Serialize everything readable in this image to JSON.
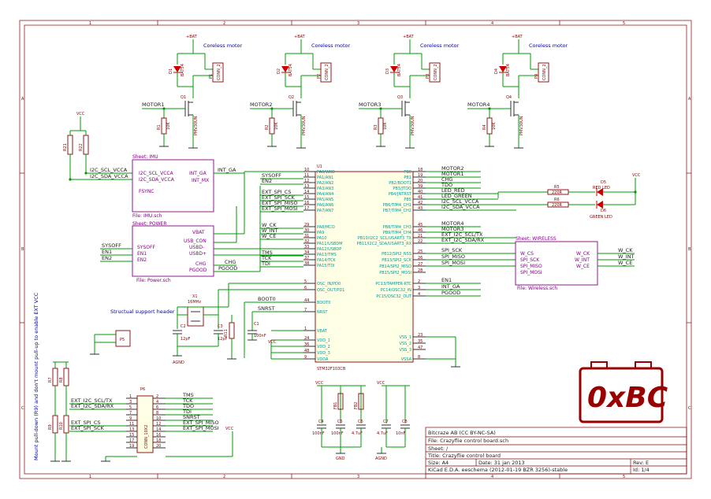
{
  "frame": {
    "columns": [
      "1",
      "2",
      "3",
      "4",
      "5"
    ],
    "rows": [
      "A",
      "B",
      "C"
    ]
  },
  "motors": [
    {
      "power": "+BAT",
      "motor_label": "Coreless motor",
      "diode": "D1",
      "diode_val": "BAT54",
      "conn": "P1",
      "conn_val": "CONN_2",
      "fet": "Q1",
      "fet_val": "PMV30UN",
      "res": "R1",
      "res_val": "10K",
      "net": "MOTOR1"
    },
    {
      "power": "+BAT",
      "motor_label": "Coreless motor",
      "diode": "D2",
      "diode_val": "BAT54",
      "conn": "P2",
      "conn_val": "CONN_2",
      "fet": "Q2",
      "fet_val": "PMV30UN",
      "res": "R2",
      "res_val": "10K",
      "net": "MOTOR2"
    },
    {
      "power": "+BAT",
      "motor_label": "Coreless motor",
      "diode": "D3",
      "diode_val": "BAT54",
      "conn": "P3",
      "conn_val": "CONN_2",
      "fet": "Q3",
      "fet_val": "PMV30UN",
      "res": "R3",
      "res_val": "10K",
      "net": "MOTOR3"
    },
    {
      "power": "+BAT",
      "motor_label": "Coreless motor",
      "diode": "D4",
      "diode_val": "BAT54",
      "conn": "P4",
      "conn_val": "CONN_2",
      "fet": "Q4",
      "fet_val": "PMV30UN",
      "res": "R4",
      "res_val": "10K",
      "net": "MOTOR4"
    }
  ],
  "pullups": {
    "power": "VCC",
    "r1": "R21",
    "r2": "R22",
    "val": "4K7"
  },
  "imu": {
    "title": "Sheet: IMU",
    "file": "File: IMU.sch",
    "pins_left": [
      "I2C_SCL_VCCA",
      "I2C_SDA_VCCA",
      "FSYNC"
    ],
    "pins_right": [
      "INT_GA",
      "INT_MX"
    ],
    "nets_left": [
      "I2C_SCL_VCCA",
      "I2C_SDA_VCCA"
    ],
    "net_right": "INT_GA"
  },
  "power": {
    "title": "Sheet: POWER",
    "file": "File: Power.sch",
    "pins_left": [
      "SYSOFF",
      "EN1",
      "EN2"
    ],
    "pins_right": [
      "VBAT",
      "USB_CON",
      "USBD-",
      "USBD+",
      "CHG",
      "PGOOD"
    ],
    "nets_left": [
      "SYSOFF",
      "EN1",
      "EN2"
    ],
    "nets_right": [
      "CHG",
      "PGOOD"
    ]
  },
  "mcu": {
    "ref": "U1",
    "part": "STM32F103CB",
    "left_nets": [
      "SYSOFF",
      "EN2",
      "EXT_SPI_CS",
      "EXT_SPI_SCK",
      "EXT_SPI_MISO",
      "EXT_SPI_MOSI",
      "W_CK",
      "W_INT",
      "W_CE",
      "TMS",
      "TCK",
      "TDI"
    ],
    "left_pins": [
      {
        "num": "10",
        "name": "PA0/WKO"
      },
      {
        "num": "11",
        "name": "PA1/AN1"
      },
      {
        "num": "12",
        "name": "PA2/AN2"
      },
      {
        "num": "13",
        "name": "PA3/AN3"
      },
      {
        "num": "14",
        "name": "PA4/AN4"
      },
      {
        "num": "15",
        "name": "PA5/AN5"
      },
      {
        "num": "16",
        "name": "PA6/AN6"
      },
      {
        "num": "17",
        "name": "PA7/AN7"
      },
      {
        "num": "29",
        "name": "PA8/MCO"
      },
      {
        "num": "30",
        "name": "PA9"
      },
      {
        "num": "31",
        "name": "PA10"
      },
      {
        "num": "32",
        "name": "PA11/USBDM"
      },
      {
        "num": "33",
        "name": "PA12/USBDP"
      },
      {
        "num": "34",
        "name": "PA13/TMS"
      },
      {
        "num": "37",
        "name": "PA14/TCK"
      },
      {
        "num": "38",
        "name": "PA15/TDI"
      },
      {
        "num": "5",
        "name": "OSC_IN/PD0"
      },
      {
        "num": "6",
        "name": "OSC_OUT/PD1"
      },
      {
        "num": "44",
        "name": "BOOT0"
      },
      {
        "num": "7",
        "name": "NRST"
      },
      {
        "num": "1",
        "name": "VBAT"
      },
      {
        "num": "24",
        "name": "VDD_1"
      },
      {
        "num": "36",
        "name": "VDD_2"
      },
      {
        "num": "48",
        "name": "VDD_3"
      },
      {
        "num": "9",
        "name": "VDDA"
      }
    ],
    "right_pins": [
      {
        "num": "18",
        "name": "PB0"
      },
      {
        "num": "19",
        "name": "PB1"
      },
      {
        "num": "20",
        "name": "PB2/BOOT1"
      },
      {
        "num": "39",
        "name": "PB3/JTDO"
      },
      {
        "num": "40",
        "name": "PB4/JNTRST"
      },
      {
        "num": "41",
        "name": "PB5"
      },
      {
        "num": "42",
        "name": "PB6/TIM4_CH1"
      },
      {
        "num": "43",
        "name": "PB7/TIM4_CH2"
      },
      {
        "num": "45",
        "name": "PB8/TIM4_CH3"
      },
      {
        "num": "46",
        "name": "PB9/TIM4_CH4"
      },
      {
        "num": "21",
        "name": "PB10/I2C2_SCL/USART3_TX"
      },
      {
        "num": "22",
        "name": "PB11/I2C2_SDA/USART3_RX"
      },
      {
        "num": "25",
        "name": "PB12/SPI2_NSS"
      },
      {
        "num": "26",
        "name": "PB13/SPI2_SCK"
      },
      {
        "num": "27",
        "name": "PB14/SPI2_MISO"
      },
      {
        "num": "28",
        "name": "PB15/SPI2_MOSI"
      },
      {
        "num": "2",
        "name": "PC13/TAMPER-RTC"
      },
      {
        "num": "3",
        "name": "PC14/OSC32_IN"
      },
      {
        "num": "4",
        "name": "PC15/OSC32_OUT"
      },
      {
        "num": "23",
        "name": "VSS_1"
      },
      {
        "num": "35",
        "name": "VSS_2"
      },
      {
        "num": "47",
        "name": "VSS_3"
      },
      {
        "num": "8",
        "name": "VSSA"
      }
    ],
    "right_nets": [
      "MOTOR2",
      "MOTOR1",
      "CHG",
      "TDO",
      "LED_RED",
      "LED_GREEN",
      "I2C_SCL_VCCA",
      "I2C_SDA_VCCA",
      "MOTOR4",
      "MOTOR3",
      "EXT_I2C_SCL/TX",
      "EXT_I2C_SDA/RX",
      "SPI_SCK",
      "SPI_MISO",
      "SPI_MOSI",
      "EN1",
      "INT_GA",
      "PGOOD"
    ],
    "left_extra_nets": [
      "BOOT0",
      "SNRST"
    ]
  },
  "leds": [
    {
      "res": "R5",
      "res_val": "220R",
      "led": "D5",
      "led_val": "RED LED",
      "color": "#cc0000"
    },
    {
      "res": "R6",
      "res_val": "220R",
      "led": "D6",
      "led_val": "GREEN LED",
      "color": "#cc0000"
    }
  ],
  "wireless": {
    "title": "Sheet: WIRELESS",
    "file": "File: Wireless.sch",
    "pins_left": [
      "W_CS",
      "SPI_SCK",
      "SPI_MISO",
      "SPI_MOSI"
    ],
    "pins_right": [
      "W_CK",
      "W_INT",
      "W_CE"
    ],
    "nets_right": [
      "W_CK",
      "W_INT",
      "W_CE"
    ]
  },
  "crystal": {
    "ref": "X1",
    "val": "16MHz",
    "c2": "C2",
    "c2v": "12pF",
    "c3": "C3",
    "c3v": "12pF",
    "r": "R11",
    "rv": "1M"
  },
  "boot": {
    "c1": "C1",
    "c1v": "100nF"
  },
  "struct": {
    "title": "Structual support header",
    "conn": "P5",
    "conn_val": "CONN_2"
  },
  "notes": {
    "left_note": "Mount pull-down (R9) and don't mount pull-up to enable EXT VCC"
  },
  "exp": {
    "conn": "P6",
    "conn_val": "CONN_10X2",
    "left_nets": [
      "EXT_I2C_SCL/TX",
      "EXT_I2C_SDA/RX",
      "EXT_SPI_CS",
      "EXT_SPI_SCK"
    ],
    "right_nets": [
      "TMS",
      "TCK",
      "TDO",
      "TDI",
      "SNRST",
      "EXT_SPI_MISO",
      "EXT_SPI_MOSI"
    ],
    "pins": [
      "1",
      "2",
      "3",
      "4",
      "5",
      "6",
      "7",
      "8",
      "9",
      "10",
      "11",
      "12",
      "13",
      "14",
      "15",
      "16",
      "17",
      "18",
      "19",
      "20"
    ],
    "resistors": [
      {
        "ref": "R7",
        "val": "10K"
      },
      {
        "ref": "R8",
        "val": "10K"
      },
      {
        "ref": "R9",
        "val": "10K"
      },
      {
        "ref": "R10",
        "val": "10K"
      }
    ]
  },
  "decoupling": [
    {
      "ref": "C4",
      "val": "100nF"
    },
    {
      "ref": "C5",
      "val": "100nF"
    },
    {
      "ref": "C6",
      "val": "4.7uF"
    },
    {
      "ref": "C7",
      "val": "4.7uF"
    },
    {
      "ref": "C8",
      "val": "10nF"
    }
  ],
  "ferrites": [
    {
      "ref": "FB1",
      "val": "PB"
    },
    {
      "ref": "FB2",
      "val": "PB"
    }
  ],
  "gnd_label": "GND",
  "agnd_label": "AGND",
  "vcc_label": "VCC",
  "logo": "0xBC",
  "title_block": {
    "company": "Bitcraze AB (CC BY-NC-SA)",
    "file": "File: Crazyflie control board.sch",
    "sheet": "Sheet: /",
    "title": "Title: Crazyflie control board",
    "size": "Size: A4",
    "date": "Date: 31 jan 2013",
    "rev": "Rev: E",
    "tool": "KiCad E.D.A.   eeschema (2012-01-19 BZR 3256)-stable",
    "id": "Id: 1/4"
  }
}
